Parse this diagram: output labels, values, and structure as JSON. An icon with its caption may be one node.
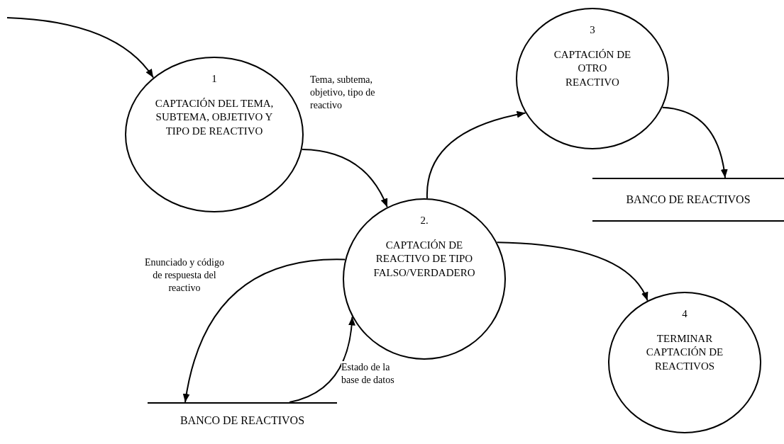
{
  "diagram": {
    "nodes": [
      {
        "text": [
          "1",
          "CAPTACIÓN DEL TEMA, SUBTEMA, OBJETIVO Y TIPO DE REACTIVO"
        ]
      },
      {
        "text": [
          "3",
          "CAPTACIÓN DE OTRO REACTIVO"
        ]
      },
      {
        "text": [
          "2.",
          "CAPTACIÓN DE REACTIVO DE TIPO FALSO/VERDADERO"
        ]
      },
      {
        "text": [
          "BANCO DE REACTIVOS"
        ]
      },
      {
        "text": [
          "4",
          "TERMINAR CAPTACIÓN DE REACTIVOS"
        ]
      },
      {
        "text": [
          "BANCO DE REACTIVOS"
        ]
      }
    ],
    "edges": [
      {
        "from": null,
        "to": 0,
        "arrow": "to"
      },
      {
        "from": 0,
        "to": 2,
        "arrow": "to",
        "label": "Tema, subtema, objetivo, tipo de reactivo"
      },
      {
        "from": 2,
        "to": 1,
        "arrow": "to"
      },
      {
        "from": 1,
        "to": 3,
        "arrow": "to"
      },
      {
        "from": 2,
        "to": 4,
        "arrow": "to"
      },
      {
        "from": 2,
        "to": 5,
        "arrow": "to",
        "label": "Enunciado y código de respuesta del reactivo"
      },
      {
        "from": 5,
        "to": 2,
        "arrow": "to",
        "label": "Estado de la base de datos"
      }
    ]
  }
}
